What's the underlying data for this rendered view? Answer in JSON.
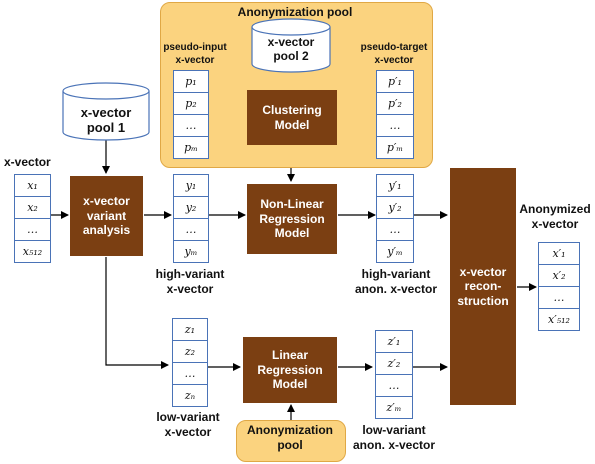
{
  "anonymization_pool_top": {
    "title": "Anonymization pool"
  },
  "pool2": {
    "line1": "x-vector",
    "line2": "pool 2"
  },
  "pool1": {
    "line1": "x-vector",
    "line2": "pool 1"
  },
  "pseudo_input": {
    "line1": "pseudo-input",
    "line2": "x-vector",
    "cells": [
      "p₁",
      "p₂",
      "…",
      "pₘ"
    ]
  },
  "pseudo_target": {
    "line1": "pseudo-target",
    "line2": "x-vector",
    "cells": [
      "p′₁",
      "p′₂",
      "…",
      "p′ₘ"
    ]
  },
  "clustering": {
    "line1": "Clustering",
    "line2": "Model"
  },
  "xvector_input": {
    "label": "x-vector",
    "cells": [
      "x₁",
      "x₂",
      "…",
      "x₅₁₂"
    ]
  },
  "variant_analysis": {
    "line1": "x-vector",
    "line2": "variant",
    "line3": "analysis"
  },
  "high_variant": {
    "line1": "high-variant",
    "line2": "x-vector",
    "cells": [
      "y₁",
      "y₂",
      "…",
      "yₘ"
    ]
  },
  "nonlinear": {
    "line1": "Non-Linear",
    "line2": "Regression",
    "line3": "Model"
  },
  "high_anon": {
    "line1": "high-variant",
    "line2": "anon. x-vector",
    "cells": [
      "y′₁",
      "y′₂",
      "…",
      "y′ₘ"
    ]
  },
  "reconstruction": {
    "line1": "x-vector",
    "line2": "recon-",
    "line3": "struction"
  },
  "output": {
    "line1": "Anonymized",
    "line2": "x-vector",
    "cells": [
      "x′₁",
      "x′₂",
      "…",
      "x′₅₁₂"
    ]
  },
  "low_variant": {
    "line1": "low-variant",
    "line2": "x-vector",
    "cells": [
      "z₁",
      "z₂",
      "…",
      "zₙ"
    ]
  },
  "linear": {
    "line1": "Linear",
    "line2": "Regression",
    "line3": "Model"
  },
  "low_anon": {
    "line1": "low-variant",
    "line2": "anon. x-vector",
    "cells": [
      "z′₁",
      "z′₂",
      "…",
      "z′ₘ"
    ]
  },
  "anonymization_pool_bottom": {
    "line1": "Anonymization",
    "line2": "pool"
  }
}
